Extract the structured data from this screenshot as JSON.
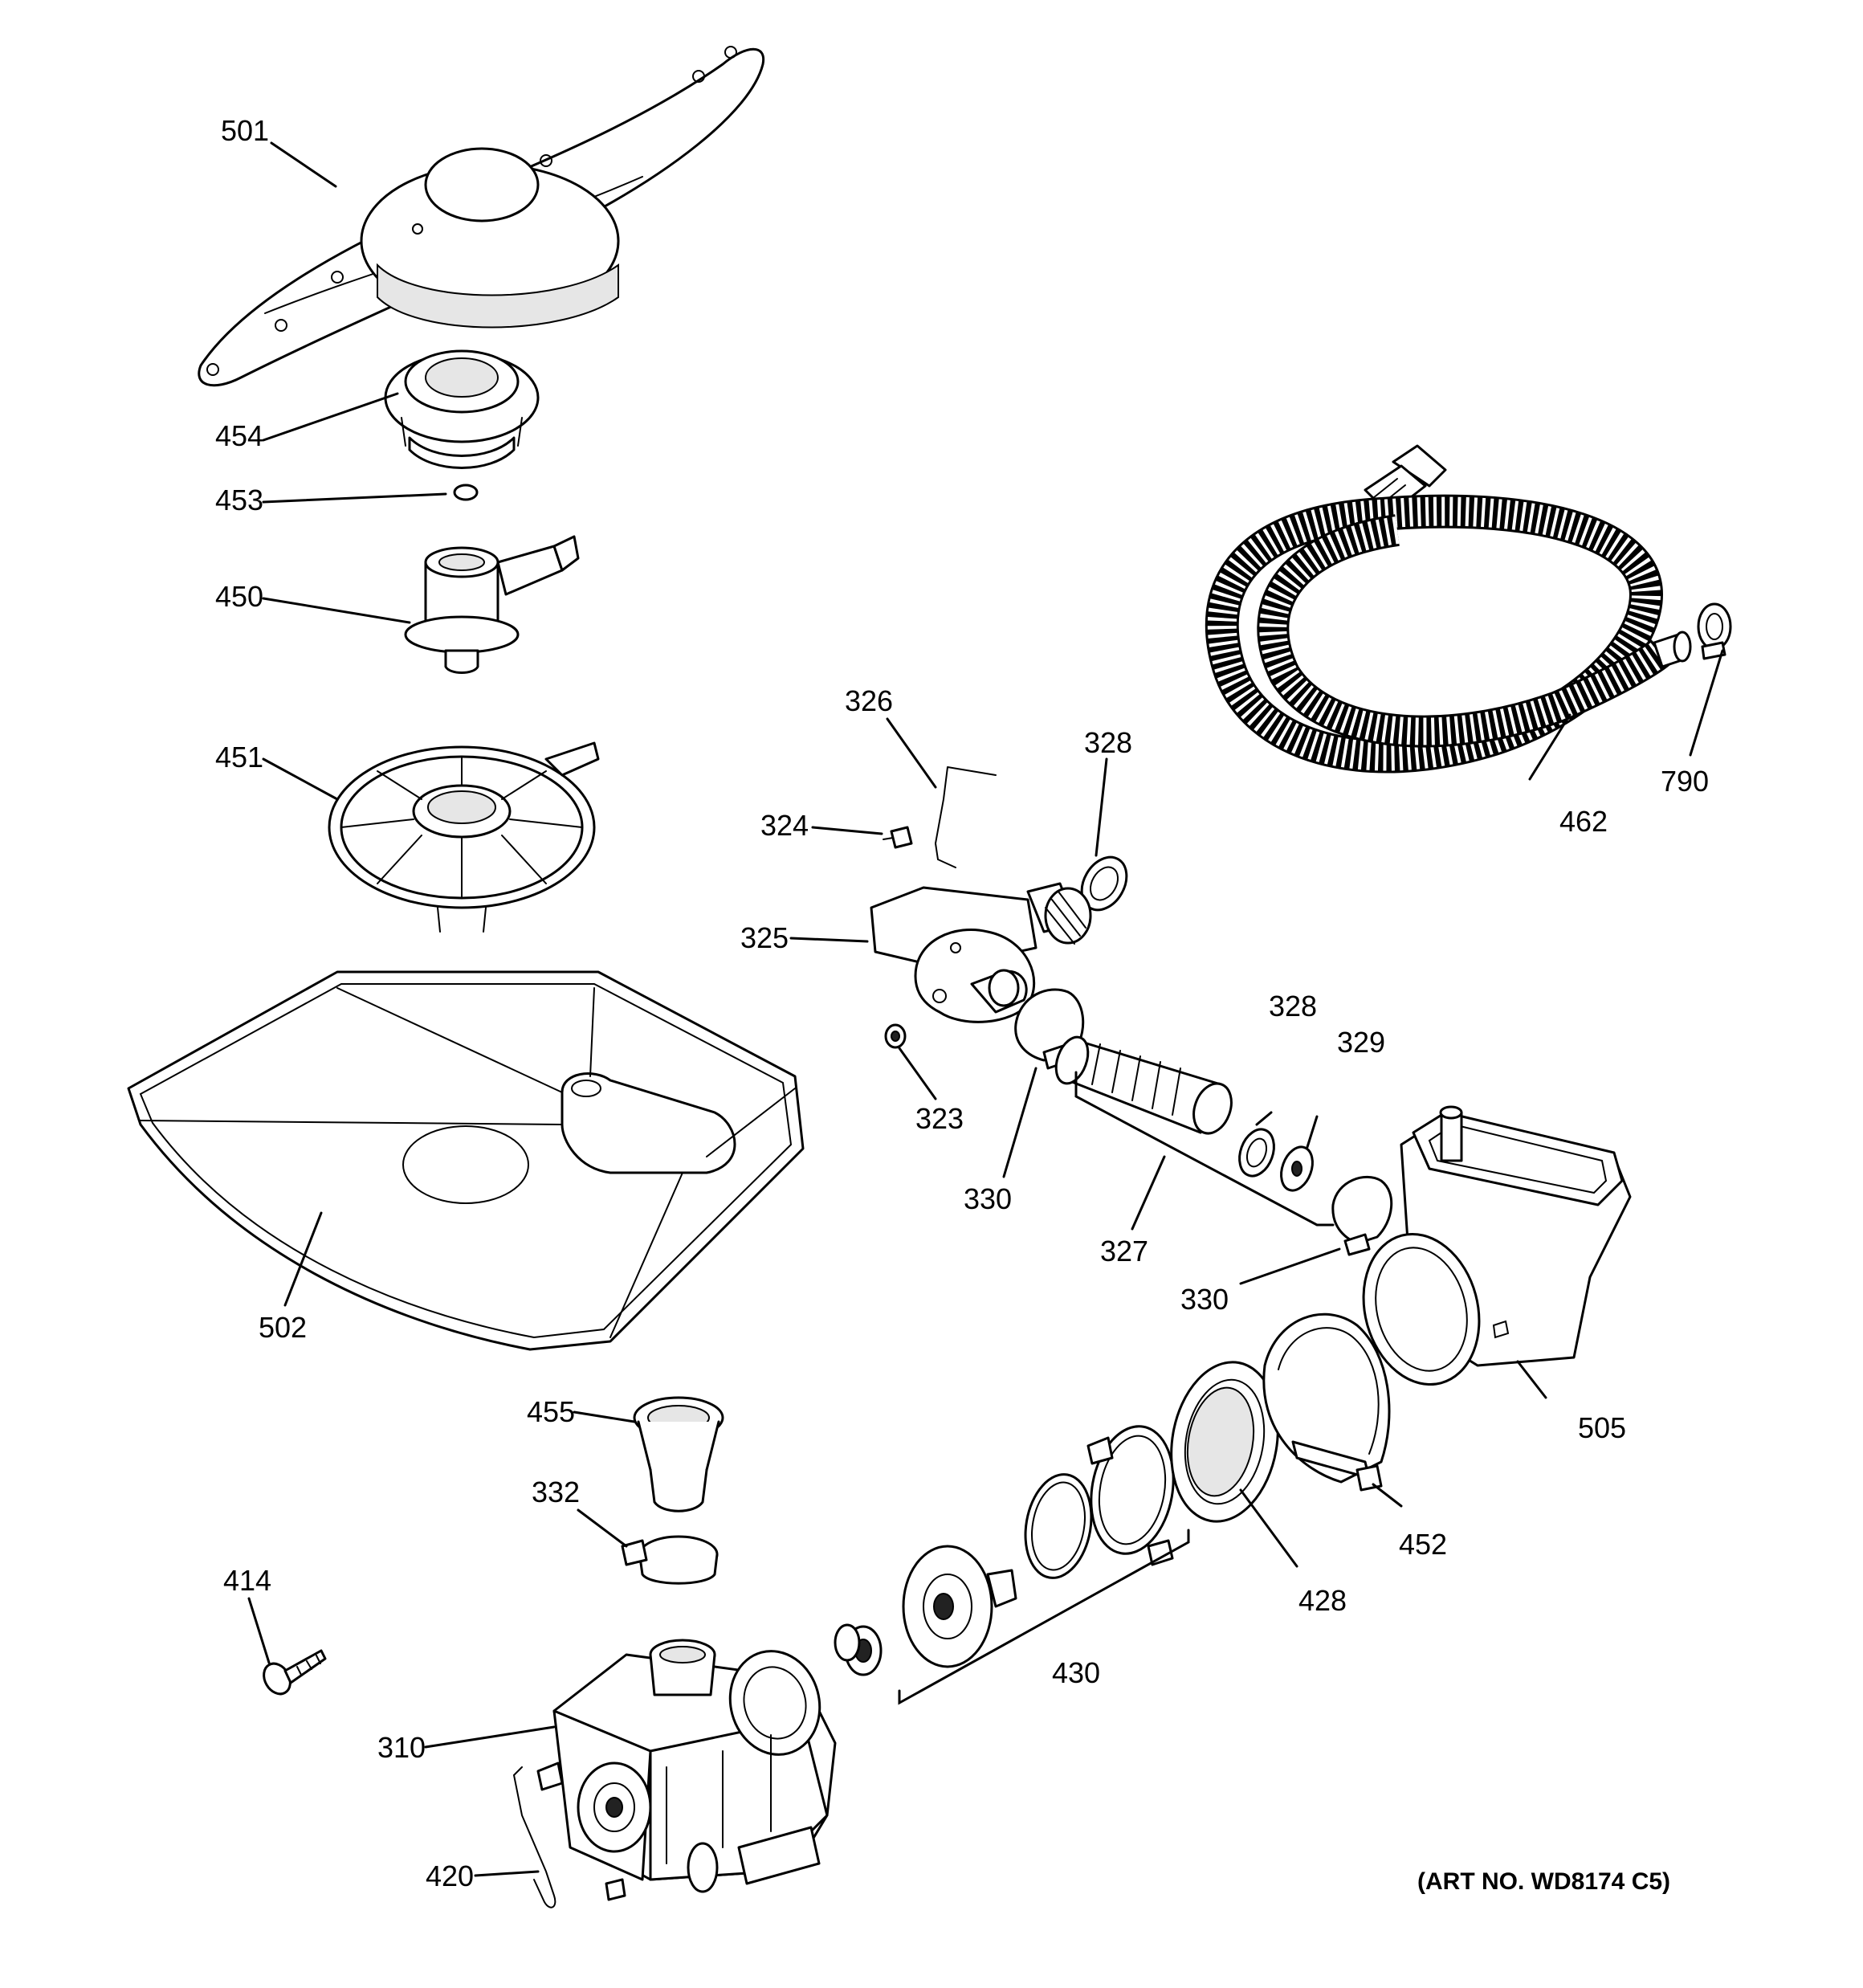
{
  "labels": {
    "501": "501",
    "454": "454",
    "453": "453",
    "450": "450",
    "451": "451",
    "502": "502",
    "326": "326",
    "328a": "328",
    "324": "324",
    "325": "325",
    "323": "323",
    "330a": "330",
    "327": "327",
    "328b": "328",
    "329": "329",
    "330b": "330",
    "505": "505",
    "462": "462",
    "790": "790",
    "455": "455",
    "332": "332",
    "414": "414",
    "310": "310",
    "420": "420",
    "430": "430",
    "428": "428",
    "452": "452"
  },
  "art_number": "(ART NO. WD8174 C5)"
}
